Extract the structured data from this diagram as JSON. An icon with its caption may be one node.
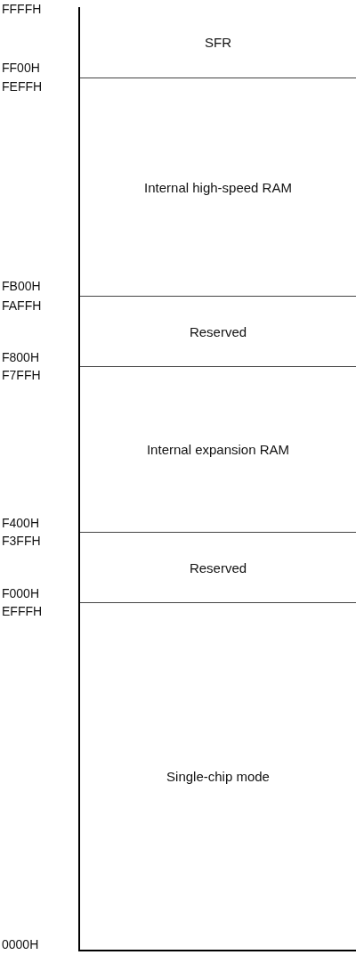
{
  "diagram": {
    "nodes": [
      {
        "text": [
          "SFR"
        ]
      },
      {
        "text": [
          "Internal high-speed RAM"
        ]
      },
      {
        "text": [
          "Reserved"
        ]
      },
      {
        "text": [
          "Internal expansion RAM"
        ]
      },
      {
        "text": [
          "Reserved"
        ]
      },
      {
        "text": [
          "Single-chip mode"
        ]
      }
    ],
    "labels": [
      "FFFFH",
      "FF00H",
      "FEFFH",
      "FB00H",
      "FAFFH",
      "F800H",
      "F7FFH",
      "F400H",
      "F3FFH",
      "F000H",
      "EFFFH",
      "0000H"
    ]
  }
}
